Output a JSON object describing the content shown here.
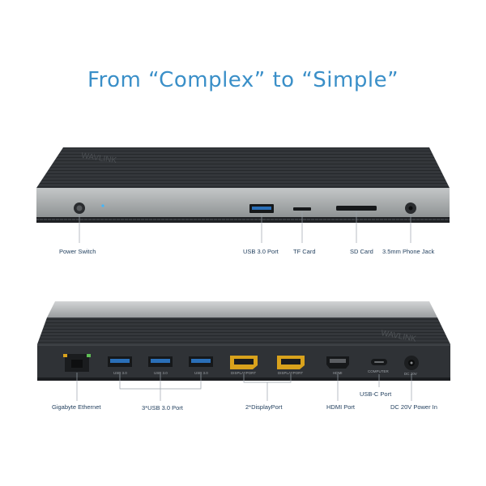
{
  "title": "From “Complex” to “Simple”",
  "brand": "WAVLINK",
  "front_labels": {
    "power_switch": "Power Switch",
    "usb_port": "USB 3.0 Port",
    "tf_card": "TF Card",
    "sd_card": "SD Card",
    "phone_jack": "3.5mm Phone Jack"
  },
  "back_port_text": {
    "usb_a": "USB 3.0",
    "displayport": "DISPLAYPORT",
    "hdmi": "HDMI",
    "computer": "COMPUTER",
    "dc": "DC 20V"
  },
  "back_labels": {
    "ethernet": "Gigabyte Ethernet",
    "usb_ports": "3*USB 3.0 Port",
    "displayport": "2*DisplayPort",
    "hdmi": "HDMI Port",
    "usb_c": "USB-C Port",
    "dc_power": "DC 20V Power In"
  },
  "colors": {
    "title": "#3a8fc8",
    "body_dark": "#2f3236",
    "panel_silver": "#a9acad",
    "usb_blue": "#2a6fb8",
    "dp_gold": "#d9a21c",
    "led": "#3fb6ff"
  }
}
